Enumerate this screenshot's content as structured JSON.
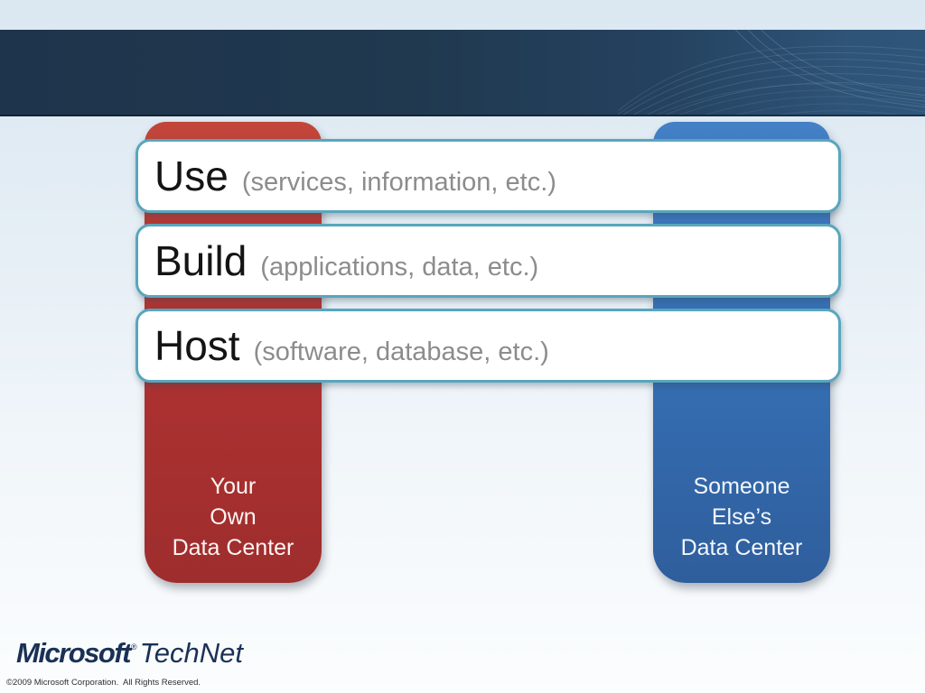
{
  "layers": [
    {
      "title": "Use",
      "subtitle": "(services, information, etc.)"
    },
    {
      "title": "Build",
      "subtitle": "(applications, data, etc.)"
    },
    {
      "title": "Host",
      "subtitle": "(software, database, etc.)"
    }
  ],
  "pillars": [
    {
      "name": "your-own-data-center",
      "lines": [
        "Your",
        "Own",
        "Data Center"
      ],
      "color": "#AA3231"
    },
    {
      "name": "someone-elses-data-center",
      "lines": [
        "Someone",
        "Else’s",
        "Data Center"
      ],
      "color": "#346CB0"
    }
  ],
  "footer": {
    "logo_brand": "Microsoft",
    "logo_trademark": "®",
    "logo_product": "TechNet",
    "copyright": "©2009 Microsoft Corporation.  All Rights Reserved."
  },
  "colors": {
    "header_band": "#20394F",
    "background_top": "#DBE7F1",
    "box_border": "#58A6BD",
    "layer_title_text": "#141414",
    "layer_subtitle_text": "#8C8C8C",
    "pillar_red": "#AA3231",
    "pillar_blue": "#346CB0",
    "pillar_text": "#FDF5F2",
    "logo_navy": "#1A3155"
  }
}
